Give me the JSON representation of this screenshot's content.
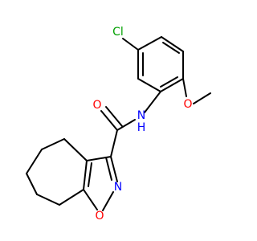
{
  "molecule": {
    "atoms": {
      "cl": {
        "text": "Cl",
        "color": "#00a000"
      },
      "o_amide": {
        "text": "O",
        "color": "#ff0000"
      },
      "n_amide": {
        "text": "N",
        "color": "#0000ff"
      },
      "h_amide": {
        "text": "H",
        "color": "#0000ff"
      },
      "o_methoxy": {
        "text": "O",
        "color": "#ff0000"
      },
      "n_ring": {
        "text": "N",
        "color": "#0000ff"
      },
      "o_ring": {
        "text": "O",
        "color": "#ff0000"
      }
    },
    "bond_color": "#000000"
  }
}
